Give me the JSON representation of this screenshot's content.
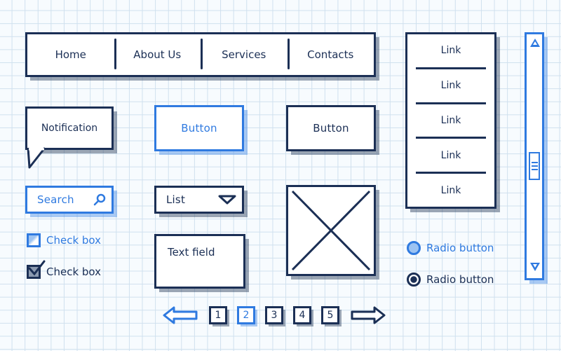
{
  "nav": {
    "items": [
      {
        "label": "Home"
      },
      {
        "label": "About Us"
      },
      {
        "label": "Services"
      },
      {
        "label": "Contacts"
      }
    ]
  },
  "notification": {
    "label": "Notification"
  },
  "buttons": {
    "primary_label": "Button",
    "secondary_label": "Button"
  },
  "search": {
    "placeholder": "Search",
    "icon": "search-icon"
  },
  "list": {
    "selected": "List",
    "icon": "chevron-down-icon"
  },
  "text_field": {
    "placeholder": "Text field"
  },
  "image_placeholder": {
    "icon": "image-placeholder-icon"
  },
  "checkboxes": [
    {
      "label": "Check box",
      "checked": false
    },
    {
      "label": "Check box",
      "checked": true
    }
  ],
  "link_list": {
    "items": [
      {
        "label": "Link"
      },
      {
        "label": "Link"
      },
      {
        "label": "Link"
      },
      {
        "label": "Link"
      },
      {
        "label": "Link"
      }
    ]
  },
  "radios": [
    {
      "label": "Radio button",
      "selected": false
    },
    {
      "label": "Radio button",
      "selected": true
    }
  ],
  "scrollbar": {
    "up_icon": "arrow-up-icon",
    "down_icon": "arrow-down-icon"
  },
  "pagination": {
    "prev_icon": "arrow-left-icon",
    "next_icon": "arrow-right-icon",
    "pages": [
      "1",
      "2",
      "3",
      "4",
      "5"
    ],
    "current": "2"
  },
  "colors": {
    "ink": "#1b2f55",
    "accent": "#2f7ae0",
    "grid": "#cfe0ee",
    "paper": "#f7fbfe"
  }
}
